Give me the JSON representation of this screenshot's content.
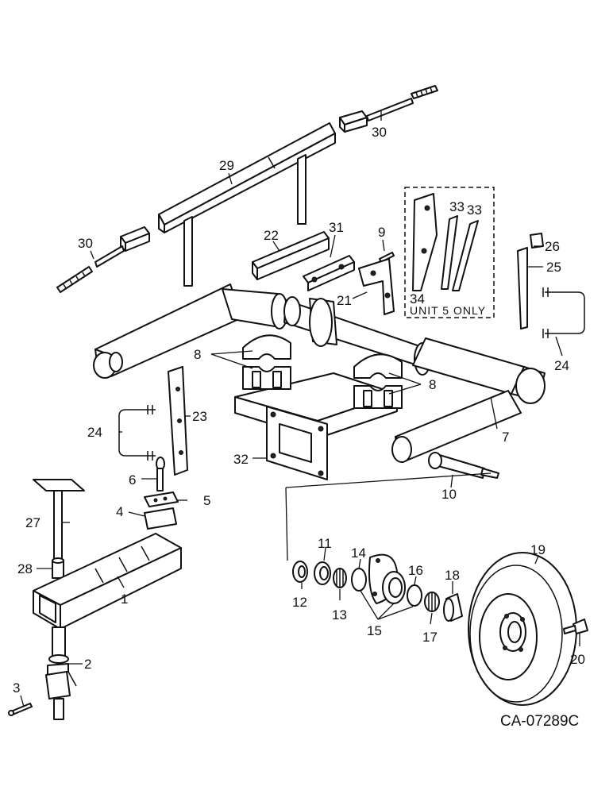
{
  "callouts": [
    {
      "id": "c1",
      "text": "1"
    },
    {
      "id": "c2",
      "text": "2"
    },
    {
      "id": "c3",
      "text": "3"
    },
    {
      "id": "c4",
      "text": "4"
    },
    {
      "id": "c5",
      "text": "5"
    },
    {
      "id": "c6",
      "text": "6"
    },
    {
      "id": "c7",
      "text": "7"
    },
    {
      "id": "c8a",
      "text": "8"
    },
    {
      "id": "c8b",
      "text": "8"
    },
    {
      "id": "c9",
      "text": "9"
    },
    {
      "id": "c10",
      "text": "10"
    },
    {
      "id": "c11",
      "text": "11"
    },
    {
      "id": "c12",
      "text": "12"
    },
    {
      "id": "c13",
      "text": "13"
    },
    {
      "id": "c14",
      "text": "14"
    },
    {
      "id": "c15",
      "text": "15"
    },
    {
      "id": "c16",
      "text": "16"
    },
    {
      "id": "c17",
      "text": "17"
    },
    {
      "id": "c18",
      "text": "18"
    },
    {
      "id": "c19",
      "text": "19"
    },
    {
      "id": "c20",
      "text": "20"
    },
    {
      "id": "c21",
      "text": "21"
    },
    {
      "id": "c22",
      "text": "22"
    },
    {
      "id": "c23",
      "text": "23"
    },
    {
      "id": "c24a",
      "text": "24"
    },
    {
      "id": "c24b",
      "text": "24"
    },
    {
      "id": "c25",
      "text": "25"
    },
    {
      "id": "c26",
      "text": "26"
    },
    {
      "id": "c27",
      "text": "27"
    },
    {
      "id": "c28",
      "text": "28"
    },
    {
      "id": "c29",
      "text": "29"
    },
    {
      "id": "c30a",
      "text": "30"
    },
    {
      "id": "c30b",
      "text": "30"
    },
    {
      "id": "c31",
      "text": "31"
    },
    {
      "id": "c32",
      "text": "32"
    },
    {
      "id": "c33a",
      "text": "33"
    },
    {
      "id": "c33b",
      "text": "33"
    },
    {
      "id": "c34",
      "text": "34"
    }
  ],
  "note_label": "UNIT 5 ONLY",
  "drawing_code": "CA-07289C"
}
